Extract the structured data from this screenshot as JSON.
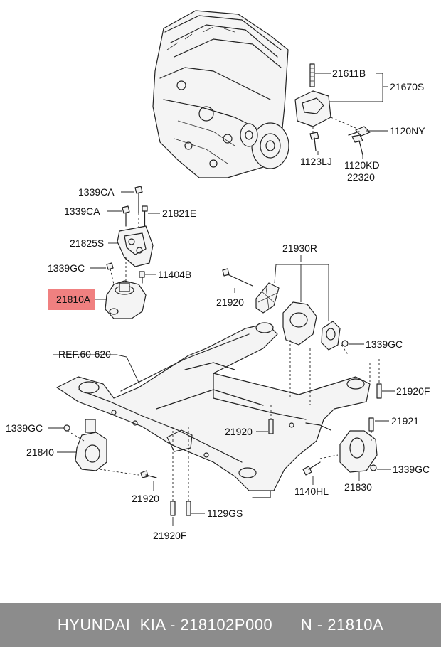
{
  "labels": {
    "p21611B": "21611B",
    "p21670S": "21670S",
    "p1120NY": "1120NY",
    "p1123LJ": "1123LJ",
    "p1120KD": "1120KD",
    "p22320": "22320",
    "p1339CA_top": "1339CA",
    "p1339CA_2": "1339CA",
    "p21821E": "21821E",
    "p21825S": "21825S",
    "p1339GC_left": "1339GC",
    "p11404B": "11404B",
    "p21810A": "21810A",
    "p21930R": "21930R",
    "p21920_mid": "21920",
    "p1339GC_right": "1339GC",
    "ref": "REF.60-620",
    "p21920F_right": "21920F",
    "p1339GC_lower": "1339GC",
    "p21921": "21921",
    "p21840": "21840",
    "p21920_center": "21920",
    "p1339GC_rr": "1339GC",
    "p21920_low": "21920",
    "p1140HL": "1140HL",
    "p21830": "21830",
    "p1129GS": "1129GS",
    "p21920F_bottom": "21920F"
  },
  "highlight_color": "#f08080",
  "footer": {
    "brand": "HYUNDAI  KIA - 218102P000",
    "code": "N - 21810A"
  }
}
